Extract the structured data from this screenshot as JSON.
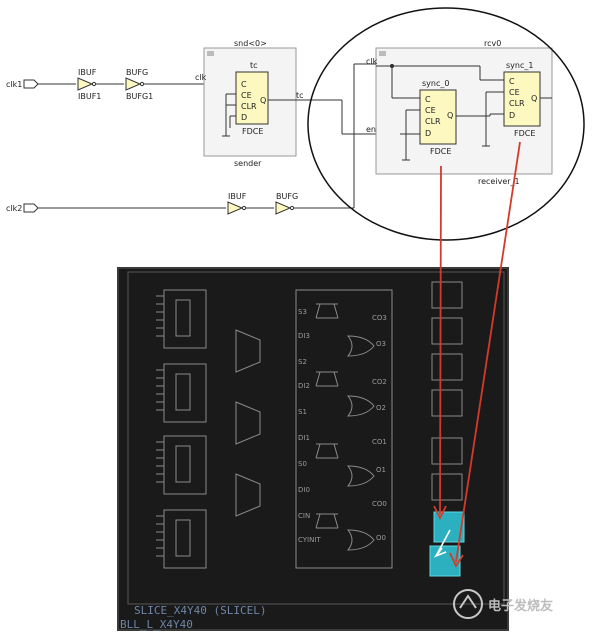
{
  "schematic": {
    "ports": {
      "clk1": "clk1",
      "clk2": "clk2"
    },
    "clk1_path": {
      "ibuf_type": "IBUF",
      "ibuf_inst": "IBUF1",
      "bufg_type": "BUFG",
      "bufg_inst": "BUFG1"
    },
    "clk2_path": {
      "ibuf_type": "IBUF",
      "bufg_type": "BUFG"
    },
    "sender": {
      "header": "snd<0>",
      "cell_title": "tc",
      "cell_type": "FDCE",
      "footer": "sender",
      "pin_clk": "clk",
      "out_net": "tc"
    },
    "receiver": {
      "header": "rcv0",
      "footer": "receiver_1",
      "pin_clk": "clk",
      "pin_en": "en",
      "cells": [
        {
          "title": "sync_0",
          "type": "FDCE"
        },
        {
          "title": "sync_1",
          "type": "FDCE"
        }
      ]
    },
    "ff_pins": {
      "c": "C",
      "ce": "CE",
      "clr": "CLR",
      "d": "D",
      "q": "Q"
    }
  },
  "slice": {
    "title": "SLICE_X4Y40 (SLICEL)",
    "subtitle": "BLL_L_X4Y40",
    "carry_left_pins": [
      "S3",
      "DI3",
      "S2",
      "DI2",
      "S1",
      "DI1",
      "S0",
      "DI0",
      "CIN",
      "CYINIT"
    ],
    "carry_right_pins": [
      "CO3",
      "O3",
      "CO2",
      "O2",
      "CO1",
      "O1",
      "CO0",
      "O0"
    ]
  },
  "colors": {
    "ff_fill": "#fcf8c0",
    "highlight": "#d43a2a",
    "slice_bg": "#1a1a1a",
    "placed_ff": "#2cb0c0"
  },
  "watermark": "电子发烧友"
}
